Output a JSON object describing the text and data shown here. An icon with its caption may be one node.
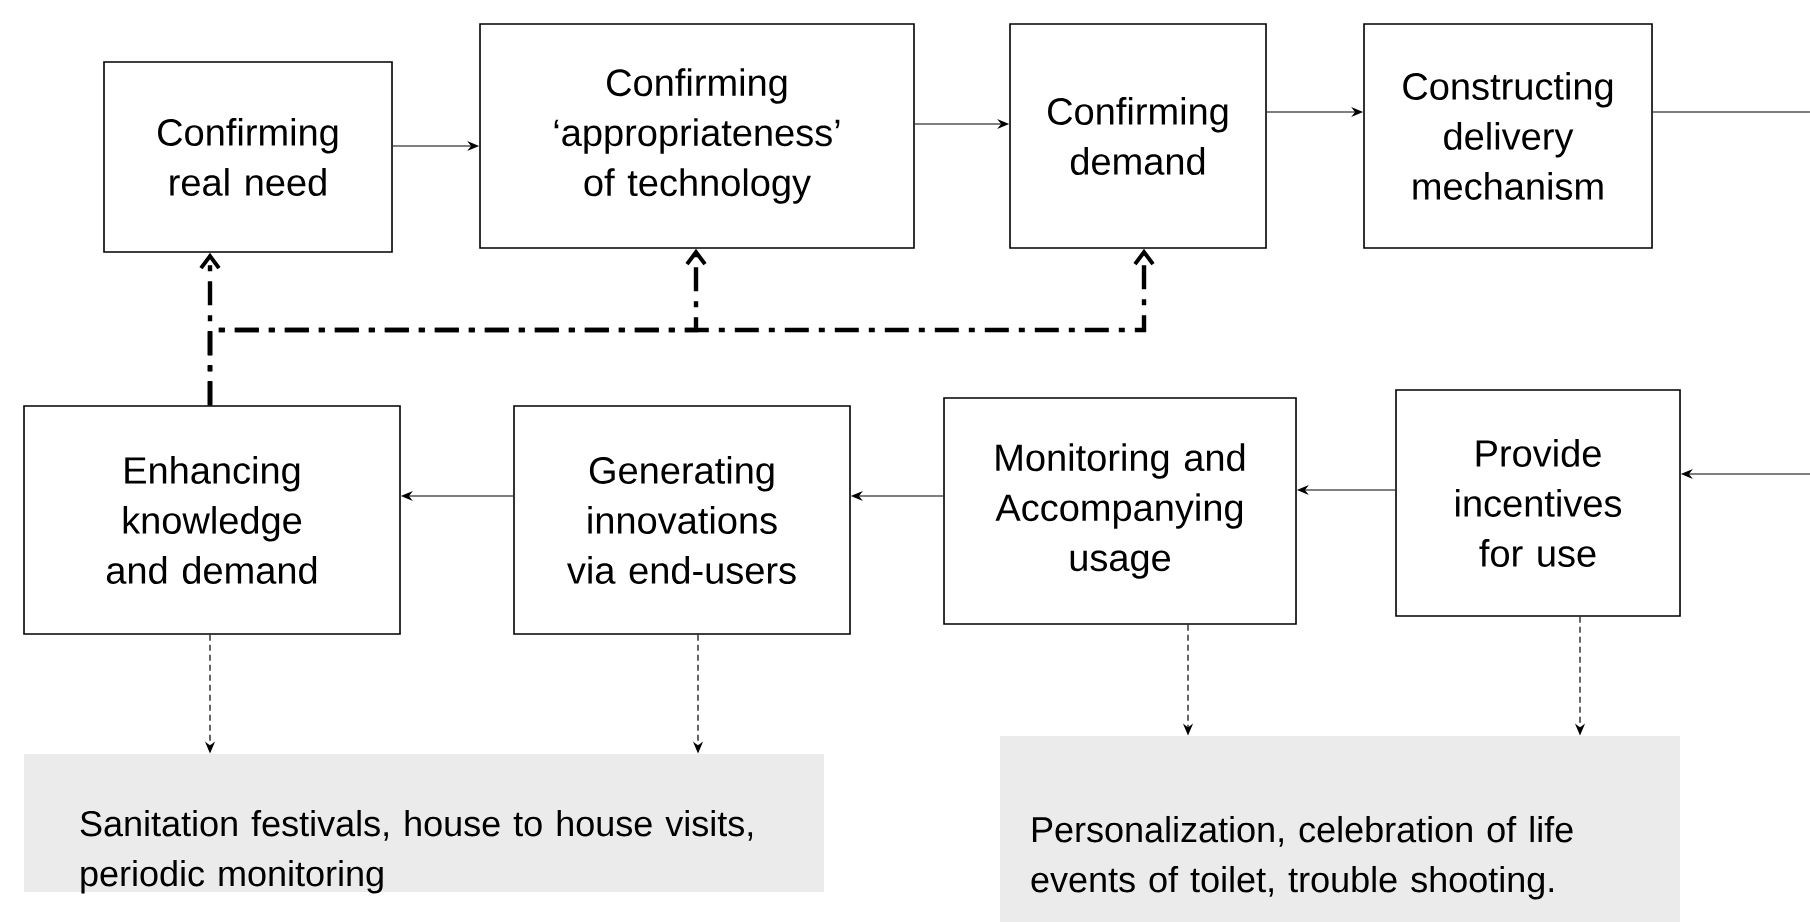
{
  "diagram": {
    "nodes": [
      {
        "text": [
          "Confirming real need"
        ]
      },
      {
        "text": [
          "Confirming ‘appropriateness’ of technology"
        ]
      },
      {
        "text": [
          "Confirming demand"
        ]
      },
      {
        "text": [
          "Constructing delivery mechanism"
        ]
      },
      {
        "text": [
          "Enhancing knowledge and demand"
        ]
      },
      {
        "text": [
          "Generating innovations via end-users"
        ]
      },
      {
        "text": [
          "Monitoring and Accompanying usage"
        ]
      },
      {
        "text": [
          "Provide incentives for use"
        ]
      },
      {
        "text": [
          "Sanitation festivals, house to house visits, periodic monitoring"
        ]
      },
      {
        "text": [
          "Personalization, celebration of life events of toilet, trouble shooting."
        ]
      }
    ],
    "edges": [
      {
        "from": 0,
        "to": 1,
        "arrow": "to"
      },
      {
        "from": 1,
        "to": 2,
        "arrow": "to"
      },
      {
        "from": 2,
        "to": 3,
        "arrow": "to"
      },
      {
        "from": 3,
        "to": null,
        "arrow": "none"
      },
      {
        "from": null,
        "to": 7,
        "arrow": "to"
      },
      {
        "from": 7,
        "to": 6,
        "arrow": "to"
      },
      {
        "from": 6,
        "to": 5,
        "arrow": "to"
      },
      {
        "from": 5,
        "to": 4,
        "arrow": "to"
      },
      {
        "from": 4,
        "to": 0,
        "arrow": "to",
        "style": "dashed"
      },
      {
        "from": 4,
        "to": 1,
        "arrow": "to",
        "style": "dashed"
      },
      {
        "from": 4,
        "to": 2,
        "arrow": "to",
        "style": "dashed"
      },
      {
        "from": 4,
        "to": 8,
        "arrow": "to",
        "style": "dashed"
      },
      {
        "from": 5,
        "to": 8,
        "arrow": "to",
        "style": "dashed"
      },
      {
        "from": 6,
        "to": 9,
        "arrow": "to",
        "style": "dashed"
      },
      {
        "from": 7,
        "to": 9,
        "arrow": "to",
        "style": "dashed"
      }
    ]
  }
}
